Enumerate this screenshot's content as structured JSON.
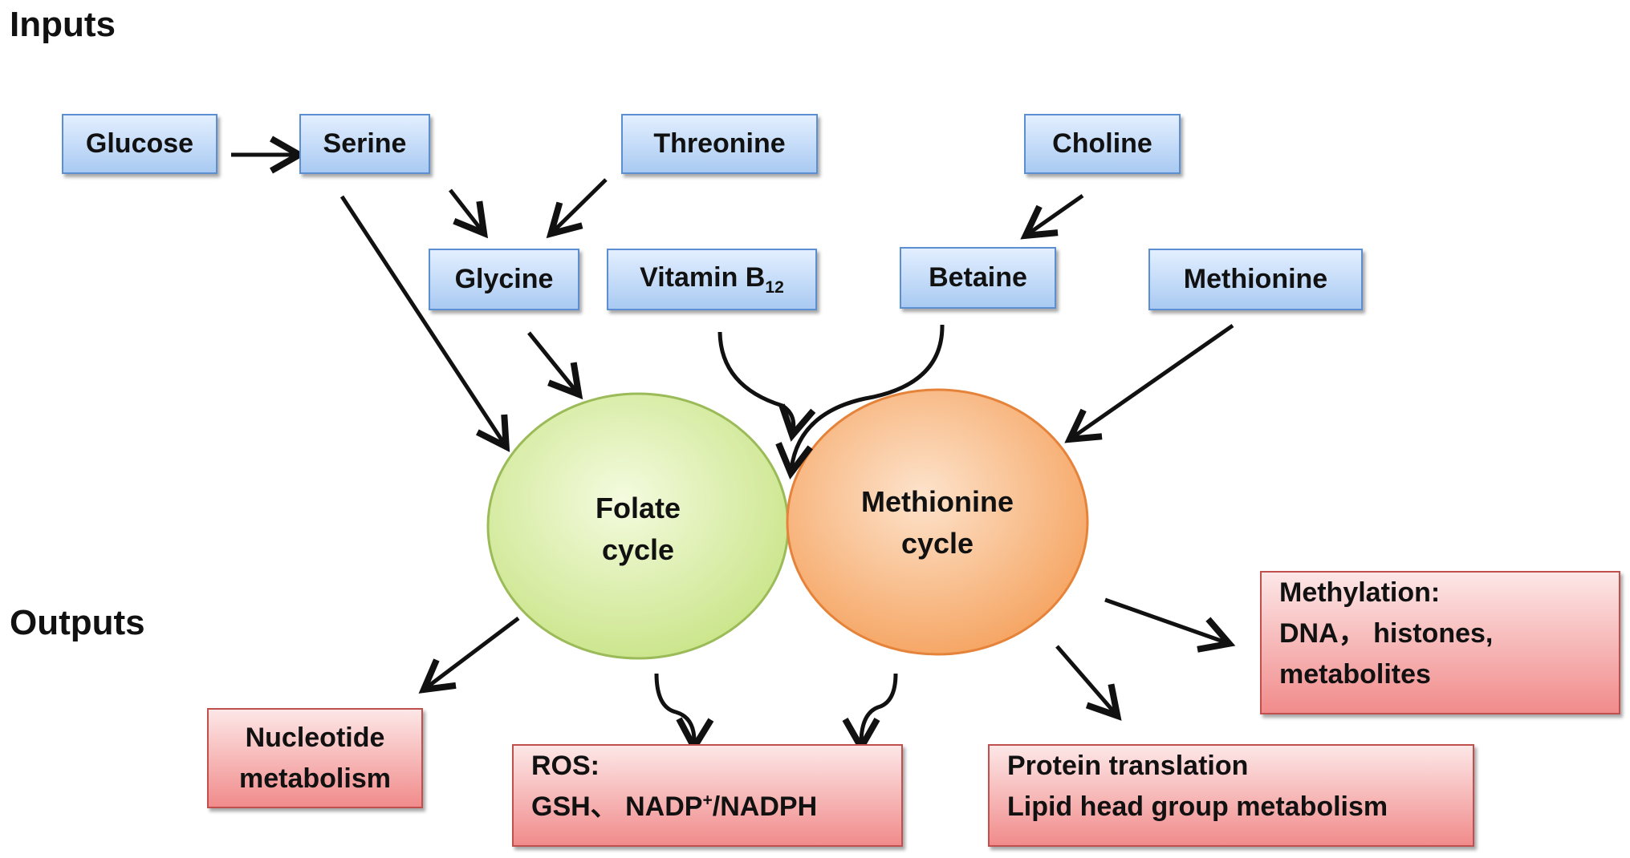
{
  "sections": {
    "inputs": "Inputs",
    "outputs": "Outputs"
  },
  "inputs": {
    "glucose": "Glucose",
    "serine": "Serine",
    "threonine": "Threonine",
    "choline": "Choline",
    "glycine": "Glycine",
    "vitamin_b12": {
      "base": "Vitamin B",
      "subscript": "12"
    },
    "betaine": "Betaine",
    "methionine": "Methionine"
  },
  "cycles": {
    "folate": {
      "line1": "Folate",
      "line2": "cycle",
      "color": "#d7ef9e"
    },
    "methionine": {
      "line1": "Methionine",
      "line2": "cycle",
      "color": "#f6b47a"
    }
  },
  "outputs": {
    "nucleotide": {
      "line1": "Nucleotide",
      "line2": "metabolism"
    },
    "ros": {
      "line1": "ROS:",
      "line2_a": "GSH、 NADP",
      "line2_sup": "+",
      "line2_b": "/NADPH"
    },
    "protein": {
      "line1": "Protein translation",
      "line2": "Lipid head group metabolism"
    },
    "methylation": {
      "line1": "Methylation:",
      "line2": "DNA， histones,",
      "line3": "metabolites"
    }
  },
  "colors": {
    "input_border": "#5b8fd1",
    "output_border": "#c0504d",
    "arrow": "#111111"
  }
}
